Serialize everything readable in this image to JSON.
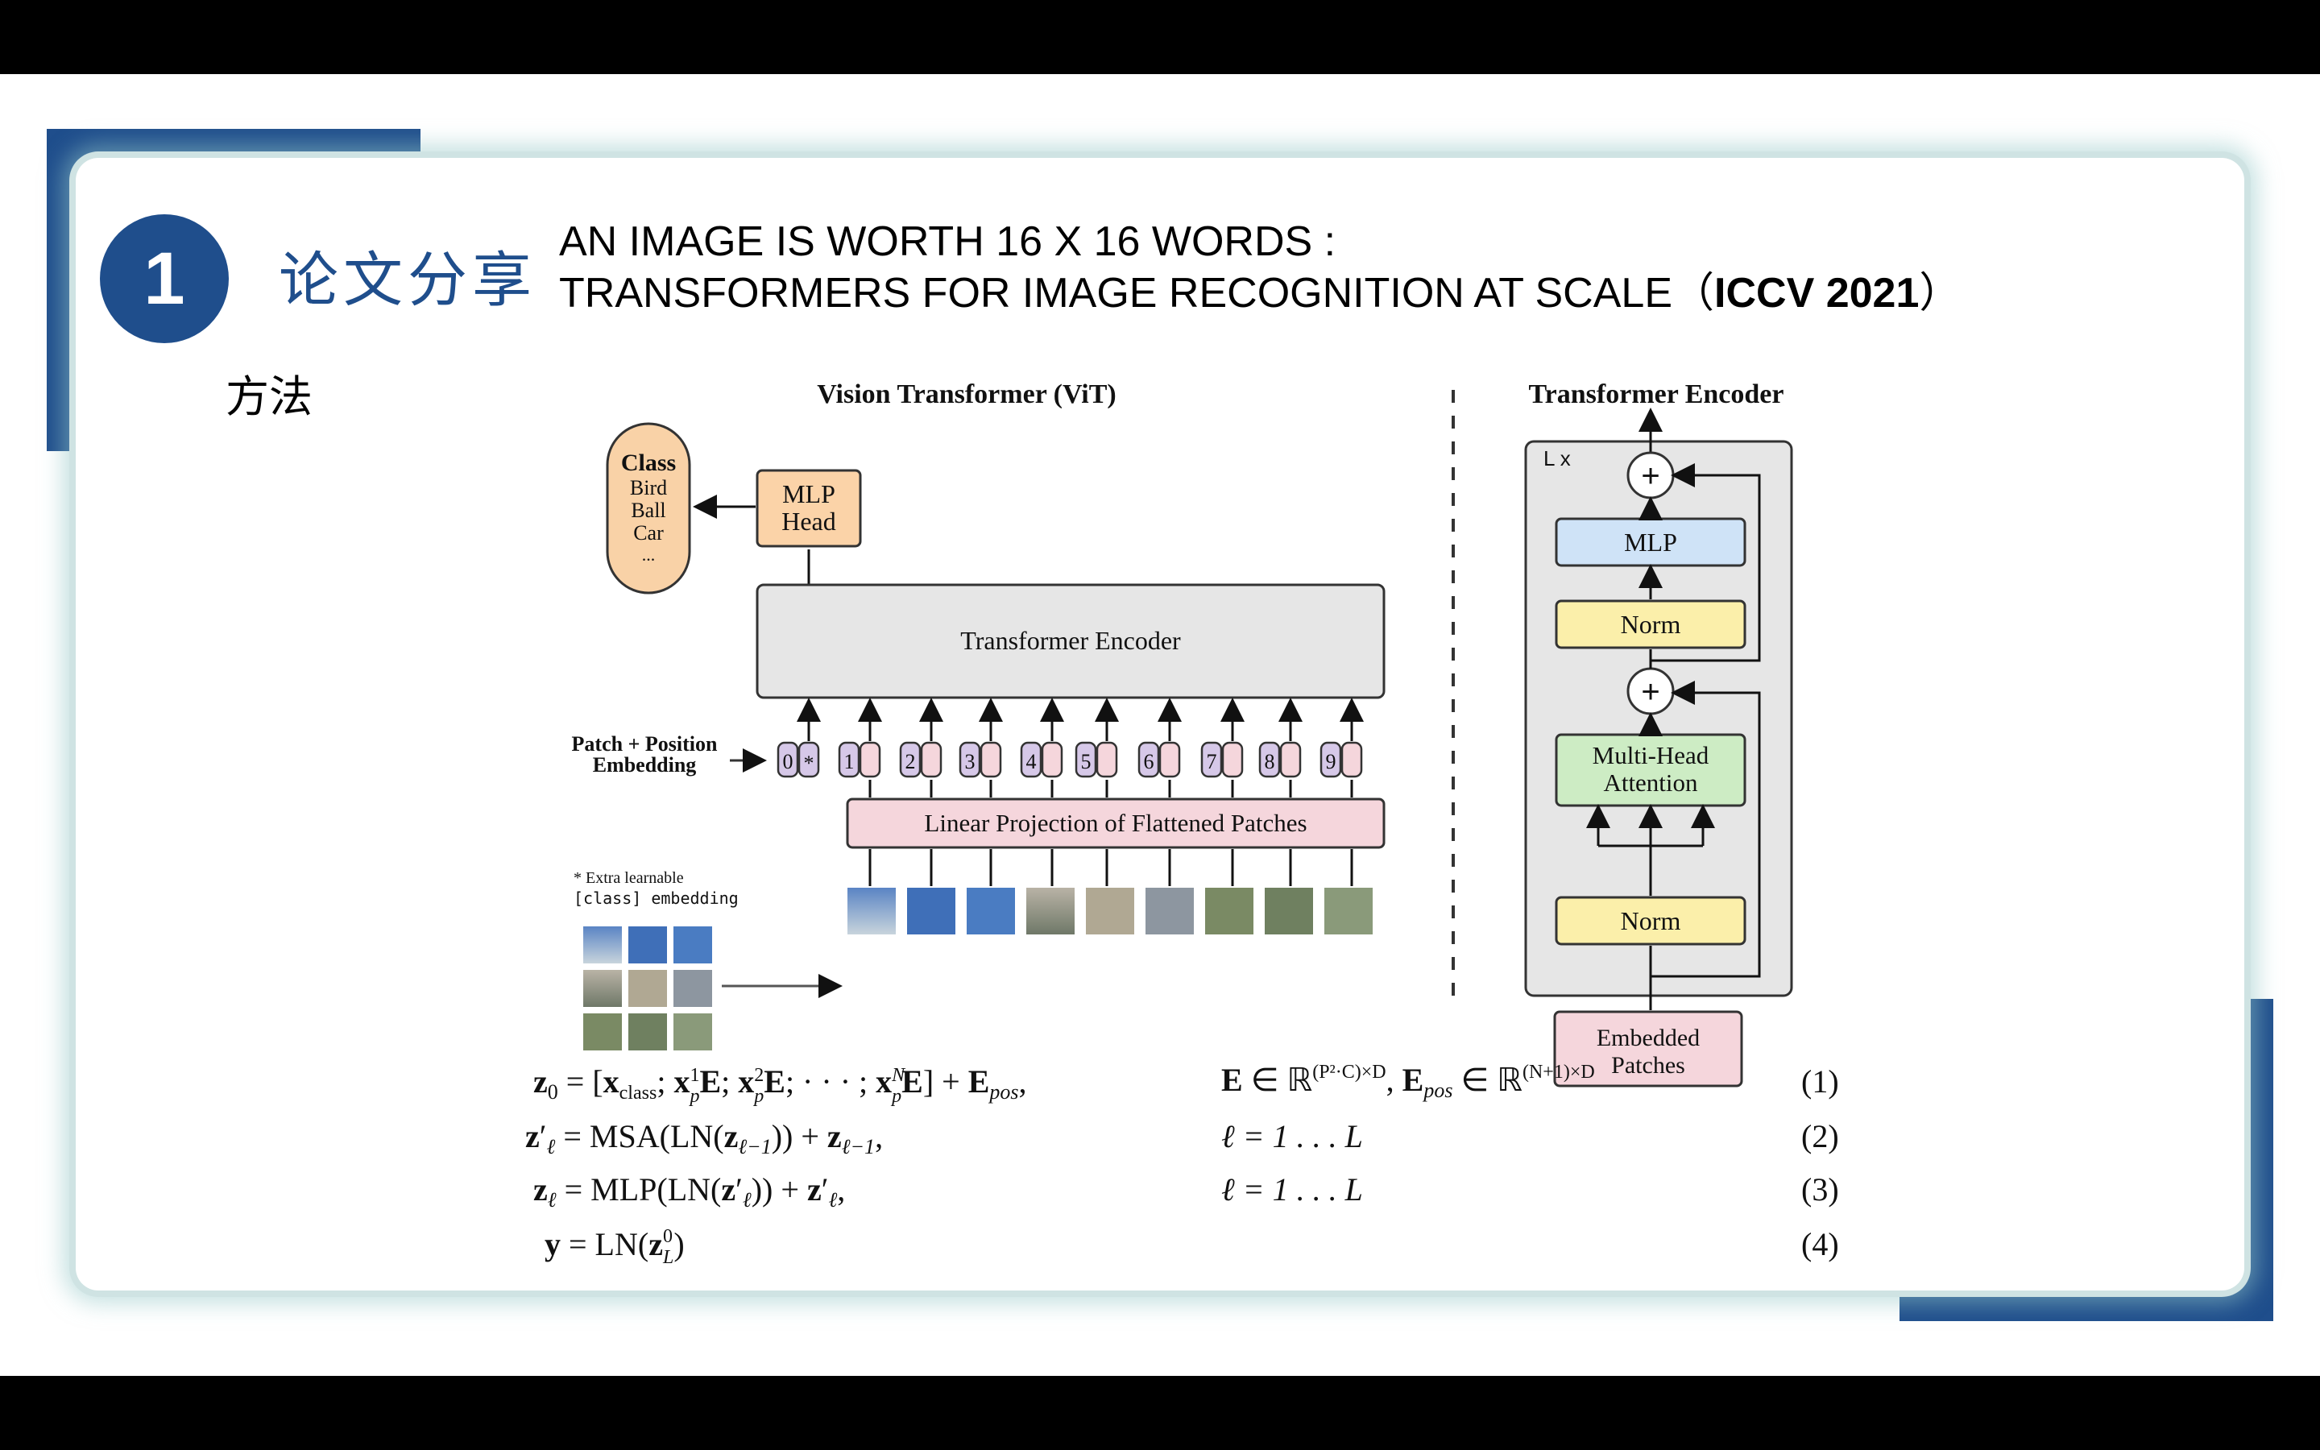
{
  "slide": {
    "section_number": "1",
    "section_label": "论文分享",
    "title_line1": "AN IMAGE IS WORTH 16 X 16 WORDS :",
    "title_line2_prefix": "TRANSFORMERS FOR IMAGE RECOGNITION AT SCALE（",
    "title_venue": "ICCV 2021",
    "title_line2_suffix": "）",
    "method_label": "方法"
  },
  "figure": {
    "vit_title": "Vision Transformer (ViT)",
    "encoder_title": "Transformer Encoder",
    "class_box": [
      "Class",
      "Bird",
      "Ball",
      "Car",
      "..."
    ],
    "mlp_head": [
      "MLP",
      "Head"
    ],
    "transformer_encoder": "Transformer Encoder",
    "patch_position_label": [
      "Patch + Position",
      "Embedding"
    ],
    "extra_learnable": [
      "* Extra learnable",
      "[class] embedding"
    ],
    "token_numbers": [
      "0",
      "1",
      "2",
      "3",
      "4",
      "5",
      "6",
      "7",
      "8",
      "9"
    ],
    "star": "*",
    "linear_projection": "Linear Projection of Flattened Patches",
    "lx": "L x",
    "plus": "+",
    "enc_mlp": "MLP",
    "enc_norm1": "Norm",
    "enc_attention": [
      "Multi-Head",
      "Attention"
    ],
    "enc_norm2": "Norm",
    "embedded_patches": [
      "Embedded",
      "Patches"
    ],
    "colors": {
      "class_fill": "#f9d2a7",
      "mlp_head_fill": "#fbd3a8",
      "encoder_fill": "#e6e6e6",
      "token_fill": "#d6c8e8",
      "embed_fill": "#f5d6dc",
      "mlp_fill": "#cfe3f7",
      "norm_fill": "#fbefaa",
      "attention_fill": "#cdecc4"
    }
  },
  "equations": [
    {
      "lhs": "z",
      "lhs_sub": "0",
      "rhs": "= [x",
      "rhs_sub": "class",
      "tail": "; x",
      "tail_sub": "p",
      "tail_sup": "1",
      "text": "E; x²ₚE; · · · ; xᴺₚE] + E",
      "pos": "pos",
      "cond": "E ∈ ℝ^(P²·C)×D, Eₚₒₛ ∈ ℝ^(N+1)×D",
      "num": "(1)"
    },
    {
      "text_full": "z′ℓ = MSA(LN(zℓ−1)) + zℓ−1,",
      "cond": "ℓ = 1 . . . L",
      "num": "(2)"
    },
    {
      "text_full": "zℓ = MLP(LN(z′ℓ)) + z′ℓ,",
      "cond": "ℓ = 1 . . . L",
      "num": "(3)"
    },
    {
      "text_full": "y = LN(z⁰L)",
      "cond": "",
      "num": "(4)"
    }
  ]
}
